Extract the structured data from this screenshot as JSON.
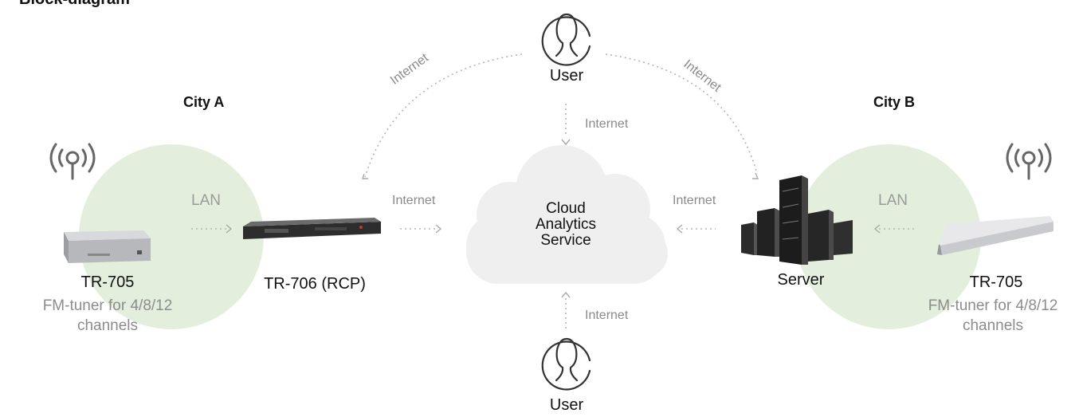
{
  "title": "Block-diagram",
  "cities": {
    "a": "City A",
    "b": "City B"
  },
  "devices": {
    "tr705_a": {
      "name": "TR-705",
      "desc_line1": "FM-tuner for 4/8/12",
      "desc_line2": "channels"
    },
    "tr706": {
      "name": "TR-706 (RCP)"
    },
    "server": {
      "name": "Server"
    },
    "tr705_b": {
      "name": "TR-705",
      "desc_line1": "FM-tuner for 4/8/12",
      "desc_line2": "channels"
    }
  },
  "cloud": {
    "line1": "Cloud",
    "line2": "Analytics",
    "line3": "Service"
  },
  "users": {
    "top": "User",
    "bottom": "User"
  },
  "links": {
    "lan_a": "LAN",
    "lan_b": "LAN",
    "internet_rcp": "Internet",
    "internet_server": "Internet",
    "internet_user_top": "Internet",
    "internet_user_bottom": "Internet",
    "internet_arc_left": "Internet",
    "internet_arc_right": "Internet"
  },
  "colors": {
    "city_circle": "#e3efdc",
    "dotted_line": "#b5b5b5",
    "cloud": "#efefef"
  },
  "icons": [
    "antenna-icon",
    "user-icon",
    "cloud-icon",
    "server-rack-icon"
  ]
}
